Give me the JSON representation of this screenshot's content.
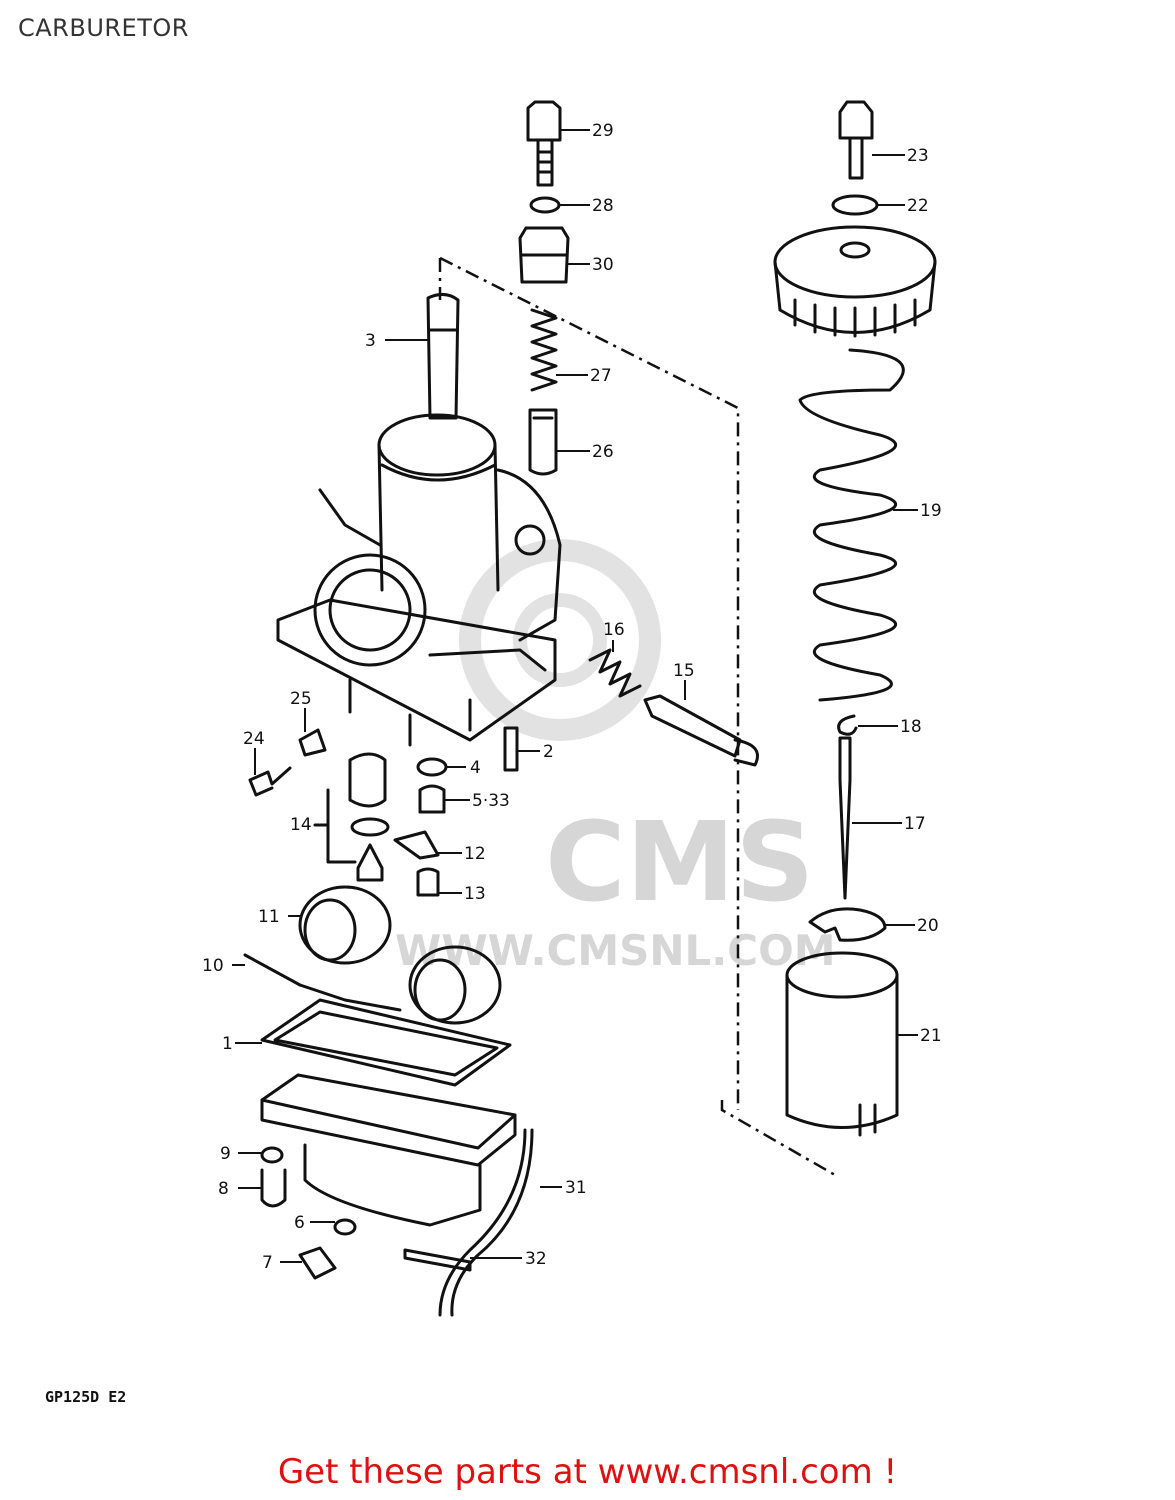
{
  "page": {
    "title": "CARBURETOR",
    "model_code": "GP125D E2",
    "footer_cta": "Get these parts at www.cmsnl.com !"
  },
  "watermark": {
    "logo_text": "CMS",
    "url_text": "WWW.CMSNL.COM"
  },
  "callouts": [
    {
      "id": "29",
      "label": "29"
    },
    {
      "id": "28",
      "label": "28"
    },
    {
      "id": "30",
      "label": "30"
    },
    {
      "id": "27",
      "label": "27"
    },
    {
      "id": "26",
      "label": "26"
    },
    {
      "id": "3",
      "label": "3"
    },
    {
      "id": "23",
      "label": "23"
    },
    {
      "id": "22",
      "label": "22"
    },
    {
      "id": "19",
      "label": "19"
    },
    {
      "id": "18",
      "label": "18"
    },
    {
      "id": "17",
      "label": "17"
    },
    {
      "id": "20",
      "label": "20"
    },
    {
      "id": "21",
      "label": "21"
    },
    {
      "id": "16",
      "label": "16"
    },
    {
      "id": "15",
      "label": "15"
    },
    {
      "id": "25",
      "label": "25"
    },
    {
      "id": "24",
      "label": "24"
    },
    {
      "id": "2",
      "label": "2"
    },
    {
      "id": "4",
      "label": "4"
    },
    {
      "id": "5-33",
      "label": "5·33"
    },
    {
      "id": "14",
      "label": "14"
    },
    {
      "id": "12",
      "label": "12"
    },
    {
      "id": "13",
      "label": "13"
    },
    {
      "id": "11",
      "label": "11"
    },
    {
      "id": "10",
      "label": "10"
    },
    {
      "id": "1",
      "label": "1"
    },
    {
      "id": "9",
      "label": "9"
    },
    {
      "id": "8",
      "label": "8"
    },
    {
      "id": "6",
      "label": "6"
    },
    {
      "id": "7",
      "label": "7"
    },
    {
      "id": "31",
      "label": "31"
    },
    {
      "id": "32",
      "label": "32"
    }
  ]
}
